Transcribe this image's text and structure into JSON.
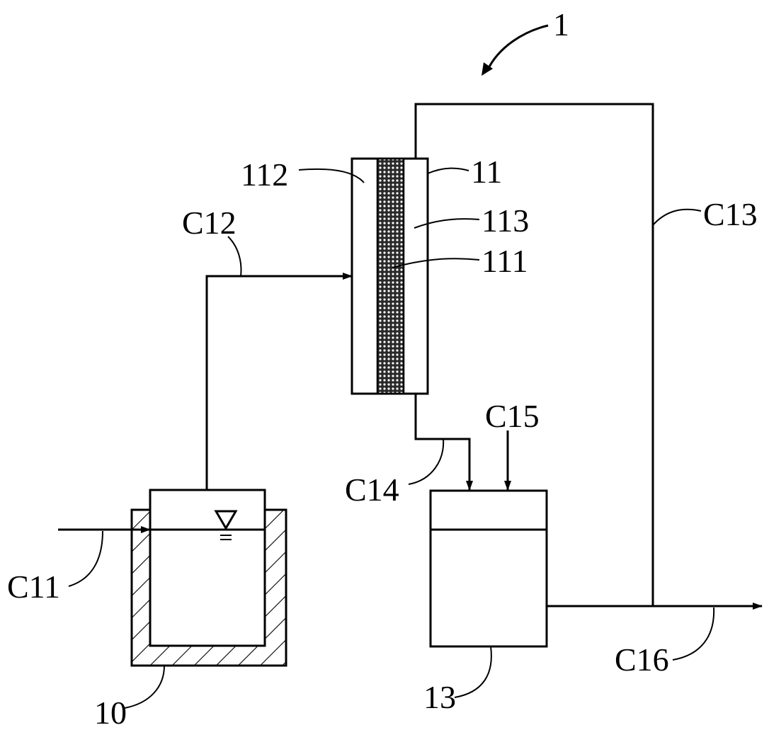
{
  "labels": {
    "system": "1",
    "tank": "10",
    "column": "11",
    "membrane": "111",
    "left_chamber": "112",
    "right_chamber": "113",
    "vessel": "13",
    "stream_in": "C11",
    "stream_to_column": "C12",
    "stream_top": "C13",
    "stream_bottom": "C14",
    "stream_additive": "C15",
    "stream_out": "C16"
  },
  "colors": {
    "line": "#000000",
    "background": "#ffffff"
  }
}
